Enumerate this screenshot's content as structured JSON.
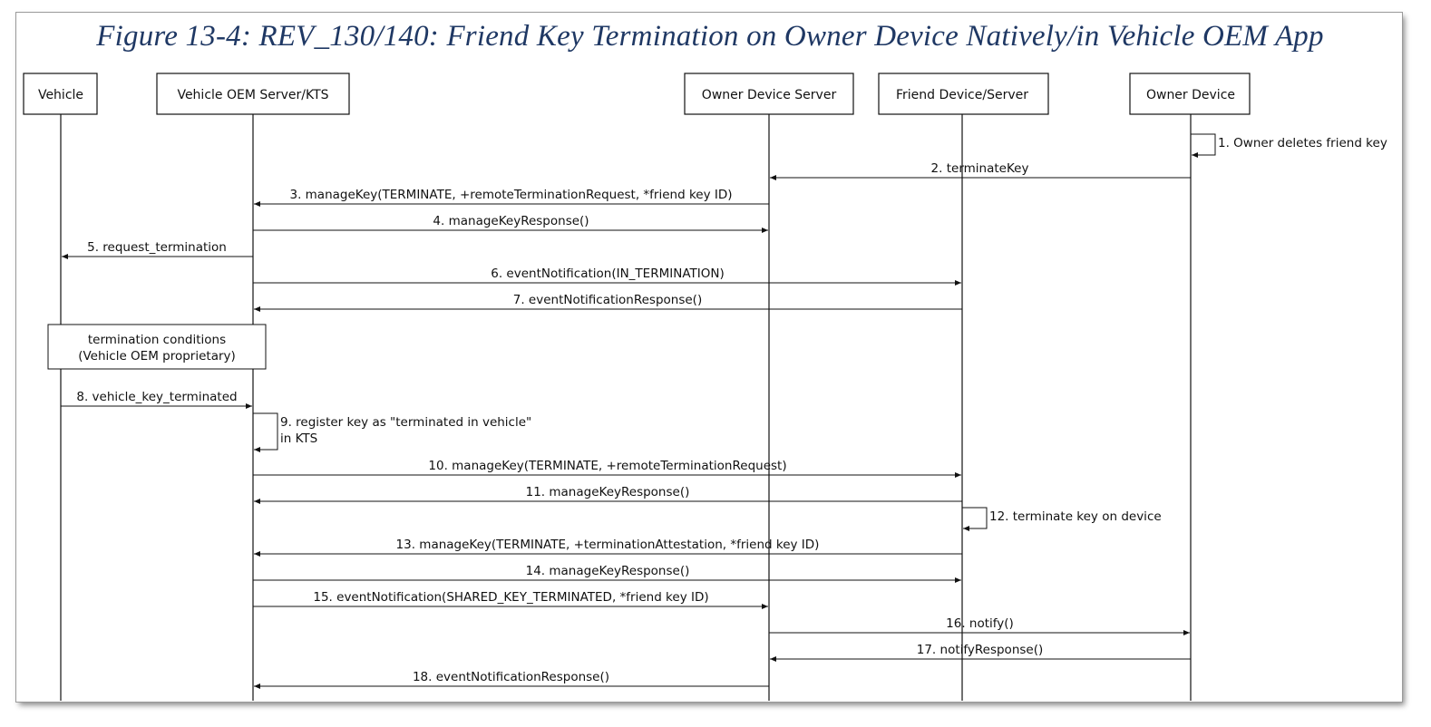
{
  "figure": {
    "title": "Figure 13-4: REV_130/140: Friend Key Termination on Owner Device Natively/in Vehicle OEM App"
  },
  "participants": [
    {
      "id": "vehicle",
      "label": "Vehicle"
    },
    {
      "id": "oem",
      "label": "Vehicle OEM Server/KTS"
    },
    {
      "id": "ods",
      "label": "Owner Device Server"
    },
    {
      "id": "friend",
      "label": "Friend Device/Server"
    },
    {
      "id": "owner",
      "label": "Owner Device"
    }
  ],
  "messages": [
    {
      "label": "1. Owner deletes friend key",
      "from": "owner",
      "to": "owner"
    },
    {
      "label": "2. terminateKey",
      "from": "owner",
      "to": "ods"
    },
    {
      "label": "3. manageKey(TERMINATE, +remoteTerminationRequest, *friend key ID)",
      "from": "ods",
      "to": "oem"
    },
    {
      "label": "4. manageKeyResponse()",
      "from": "oem",
      "to": "ods"
    },
    {
      "label": "5. request_termination",
      "from": "oem",
      "to": "vehicle"
    },
    {
      "label": "6. eventNotification(IN_TERMINATION)",
      "from": "oem",
      "to": "friend"
    },
    {
      "label": "7. eventNotificationResponse()",
      "from": "friend",
      "to": "oem"
    },
    {
      "label": "8. vehicle_key_terminated",
      "from": "vehicle",
      "to": "oem"
    },
    {
      "label": "9. register key as \"terminated in vehicle\"",
      "label2": "in KTS",
      "from": "oem",
      "to": "oem"
    },
    {
      "label": "10. manageKey(TERMINATE, +remoteTerminationRequest)",
      "from": "oem",
      "to": "friend"
    },
    {
      "label": "11. manageKeyResponse()",
      "from": "friend",
      "to": "oem"
    },
    {
      "label": "12. terminate key on device",
      "from": "friend",
      "to": "friend"
    },
    {
      "label": "13. manageKey(TERMINATE, +terminationAttestation, *friend key ID)",
      "from": "friend",
      "to": "oem"
    },
    {
      "label": "14. manageKeyResponse()",
      "from": "oem",
      "to": "friend"
    },
    {
      "label": "15. eventNotification(SHARED_KEY_TERMINATED, *friend key ID)",
      "from": "oem",
      "to": "ods"
    },
    {
      "label": "16. notify()",
      "from": "ods",
      "to": "owner"
    },
    {
      "label": "17. notifyResponse()",
      "from": "owner",
      "to": "ods"
    },
    {
      "label": "18. eventNotificationResponse()",
      "from": "ods",
      "to": "oem"
    }
  ],
  "note": {
    "line1": "termination conditions",
    "line2": "(Vehicle OEM proprietary)"
  }
}
